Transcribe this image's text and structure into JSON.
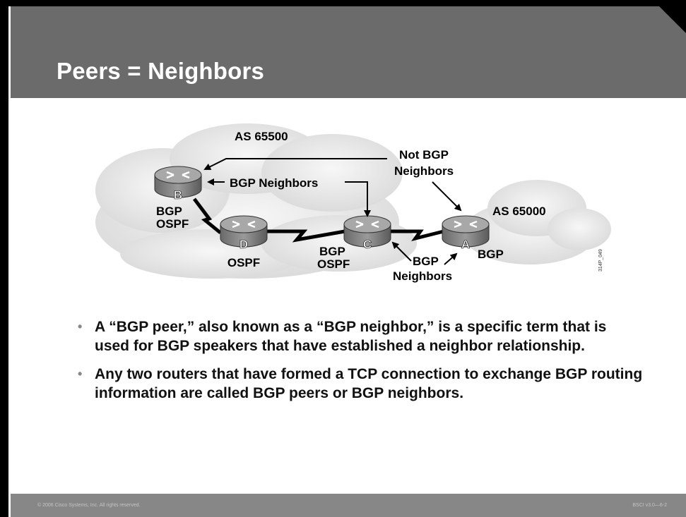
{
  "slide": {
    "title": "Peers = Neighbors"
  },
  "diagram": {
    "as_left": "AS 65500",
    "as_right": "AS 65000",
    "not_bgp_line1": "Not BGP",
    "not_bgp_line2": "Neighbors",
    "bgp_neighbors_top": "BGP Neighbors",
    "bgp_neighbors_bottom_line1": "BGP",
    "bgp_neighbors_bottom_line2": "Neighbors",
    "router_b": {
      "letter": "B",
      "proto1": "BGP",
      "proto2": "OSPF"
    },
    "router_d": {
      "letter": "D",
      "proto1": "OSPF"
    },
    "router_c": {
      "letter": "C",
      "proto1": "BGP",
      "proto2": "OSPF"
    },
    "router_a": {
      "letter": "A",
      "proto1": "BGP"
    },
    "figure_id": "314P_049"
  },
  "bullets": [
    "A “BGP peer,” also known as a “BGP neighbor,” is a specific term that is used for BGP speakers that have established a neighbor relationship.",
    "Any two routers that have formed a TCP connection to exchange BGP routing information are called BGP peers or BGP neighbors."
  ],
  "footer": {
    "copyright": "© 2006 Cisco Systems, Inc. All rights reserved.",
    "course_code": "BSCI v3.0—6-2"
  },
  "colors": {
    "header": "#6b6b6b",
    "footer": "#878787",
    "router_top": "#a8a8a8",
    "cloud": "#e6e6e6"
  }
}
